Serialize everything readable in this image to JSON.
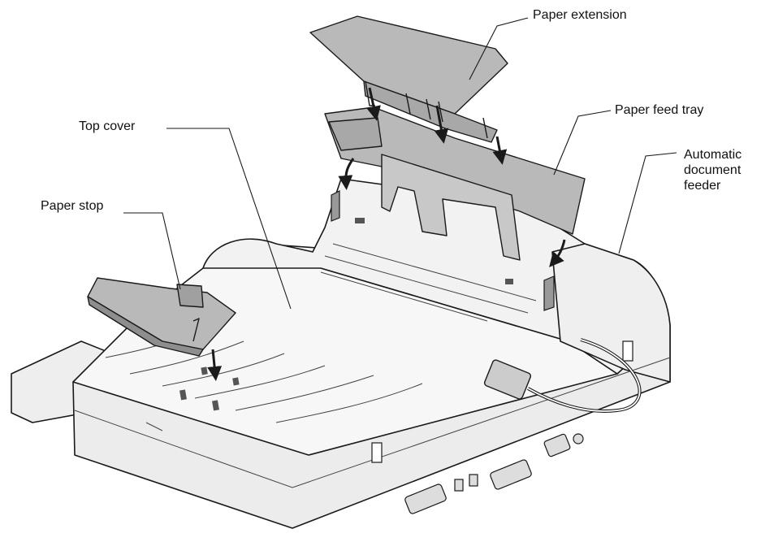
{
  "labels": {
    "paper_extension": "Paper extension",
    "paper_feed_tray": "Paper feed tray",
    "top_cover": "Top cover",
    "automatic_document_feeder": [
      "Automatic",
      "document",
      "feeder"
    ],
    "paper_stop": "Paper stop"
  },
  "colors": {
    "line": "#1a1a1a",
    "body": "#f5f5f5",
    "body_shade": "#ebebeb",
    "part_gray": "#b9b9b9",
    "part_gray_dark": "#8e8e8e",
    "slot": "#555555"
  },
  "icons": {
    "arrow": "down-arrow-icon",
    "cable": "cable-icon",
    "ports": "port-icon"
  }
}
